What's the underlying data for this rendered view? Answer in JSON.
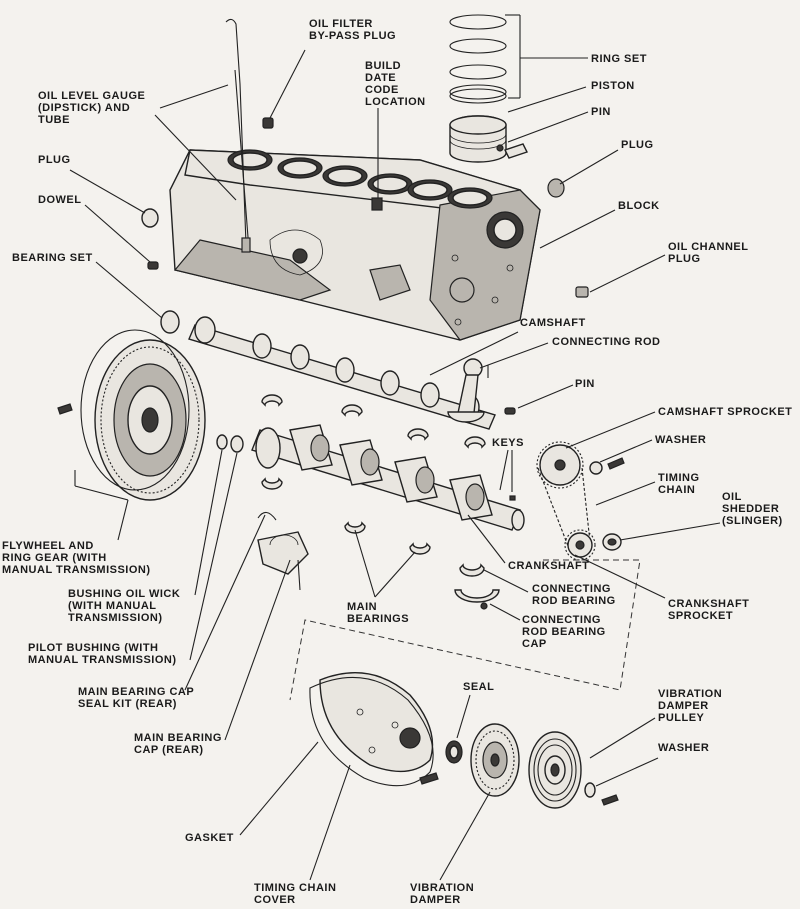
{
  "labels": {
    "oil_filter_bypass_plug": "OIL FILTER\nBY-PASS PLUG",
    "ring_set": "RING SET",
    "piston": "PISTON",
    "pin_upper": "PIN",
    "plug_right": "PLUG",
    "block": "BLOCK",
    "oil_channel_plug": "OIL CHANNEL\nPLUG",
    "oil_level_gauge": "OIL LEVEL GAUGE\n(DIPSTICK) AND\nTUBE",
    "build_date_code": "BUILD\nDATE\nCODE\nLOCATION",
    "plug_left": "PLUG",
    "dowel": "DOWEL",
    "bearing_set": "BEARING SET",
    "camshaft": "CAMSHAFT",
    "connecting_rod": "CONNECTING ROD",
    "pin_lower": "PIN",
    "camshaft_sprocket": "CAMSHAFT SPROCKET",
    "washer_upper": "WASHER",
    "keys": "KEYS",
    "timing_chain": "TIMING\nCHAIN",
    "oil_shedder": "OIL\nSHEDDER\n(SLINGER)",
    "flywheel": "FLYWHEEL AND\nRING GEAR (WITH\nMANUAL TRANSMISSION)",
    "crankshaft": "CRANKSHAFT",
    "connecting_rod_bearing": "CONNECTING\nROD BEARING",
    "crankshaft_sprocket": "CRANKSHAFT\nSPROCKET",
    "bushing_oil_wick": "BUSHING OIL WICK\n(WITH MANUAL\nTRANSMISSION)",
    "main_bearings": "MAIN\nBEARINGS",
    "connecting_rod_bearing_cap": "CONNECTING\nROD BEARING\nCAP",
    "pilot_bushing": "PILOT BUSHING (WITH\nMANUAL TRANSMISSION)",
    "main_bearing_cap_seal_kit": "MAIN BEARING CAP\nSEAL KIT (REAR)",
    "seal": "SEAL",
    "vibration_damper_pulley": "VIBRATION\nDAMPER\nPULLEY",
    "main_bearing_cap_rear": "MAIN BEARING\nCAP (REAR)",
    "washer_lower": "WASHER",
    "gasket": "GASKET",
    "timing_chain_cover": "TIMING CHAIN\nCOVER",
    "vibration_damper": "VIBRATION\nDAMPER"
  }
}
